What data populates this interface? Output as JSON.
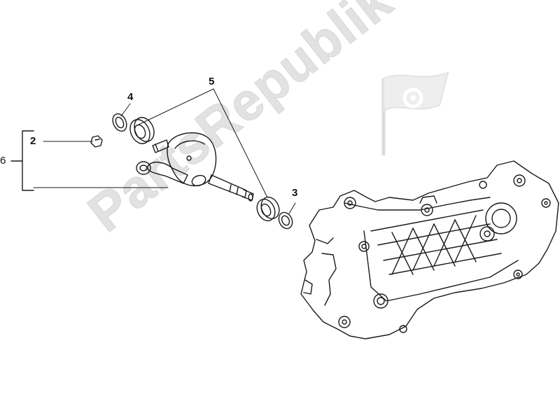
{
  "watermark": {
    "text": "PartsRepublik",
    "icon": "gear-flag-logo",
    "color": "#e2e2e2"
  },
  "callouts": [
    {
      "id": "1",
      "label": "2"
    },
    {
      "id": "2",
      "label": "3"
    },
    {
      "id": "3",
      "label": "4"
    },
    {
      "id": "4",
      "label": "5"
    },
    {
      "id": "5",
      "label": "6"
    }
  ],
  "colors": {
    "line": "#1a1a1a",
    "background": "#ffffff"
  }
}
